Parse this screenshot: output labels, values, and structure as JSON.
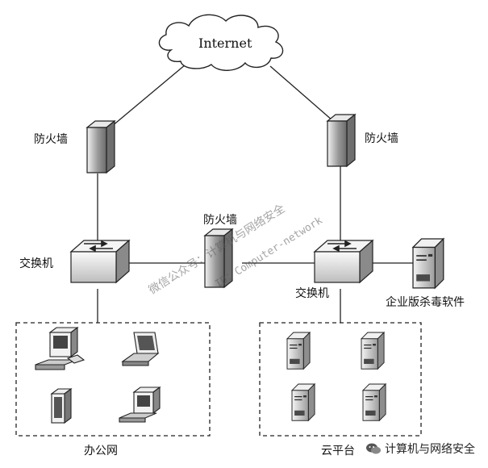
{
  "internet": {
    "label": "Internet"
  },
  "firewall_left": {
    "label": "防火墙"
  },
  "firewall_right": {
    "label": "防火墙"
  },
  "firewall_mid": {
    "label": "防火墙"
  },
  "switch_left": {
    "label": "交换机"
  },
  "switch_right": {
    "label": "交换机"
  },
  "antivirus_server": {
    "label": "企业版杀毒软件"
  },
  "office_network": {
    "label": "办公网"
  },
  "cloud_platform": {
    "label": "云平台"
  },
  "watermark": {
    "line1": "微信公众号：计算机与网络安全",
    "line2": "ID：Computer-network"
  },
  "brand": {
    "text": "计算机与网络安全",
    "icon": "wechat-icon"
  },
  "colors": {
    "line": "#222222",
    "device_light": "#e6e6e6",
    "device_dark": "#777777",
    "watermark": "#8c8c8c"
  }
}
